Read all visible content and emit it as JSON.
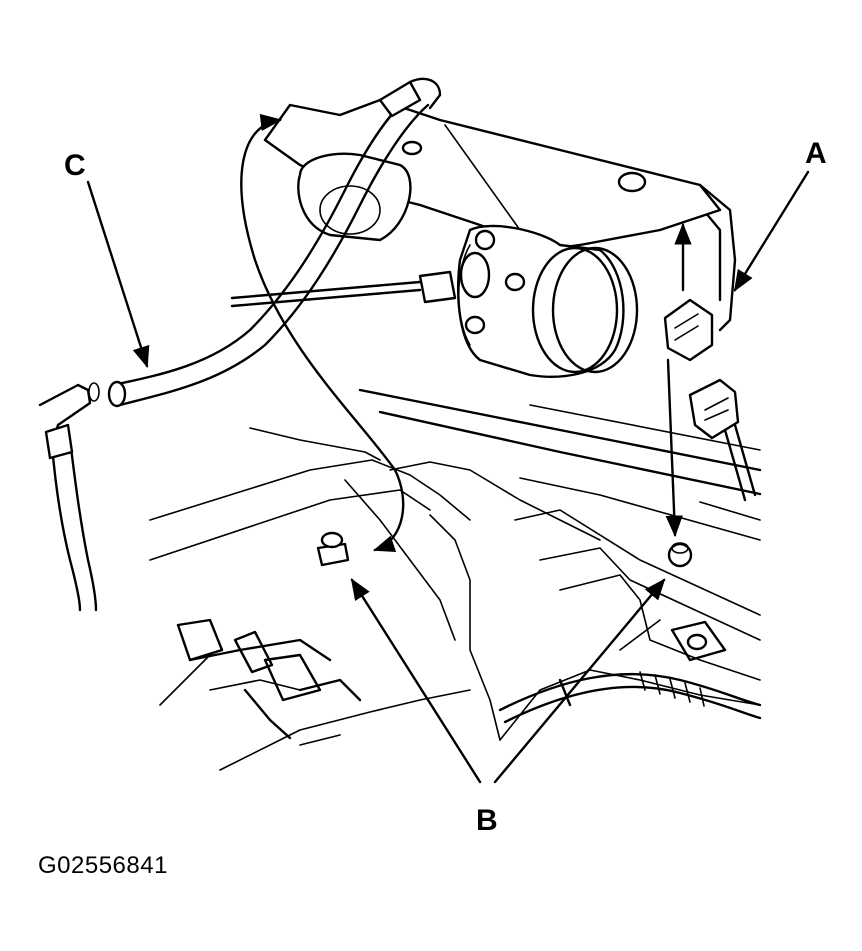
{
  "callouts": {
    "a": "A",
    "b": "B",
    "c": "C"
  },
  "figure_id": "G02556841"
}
